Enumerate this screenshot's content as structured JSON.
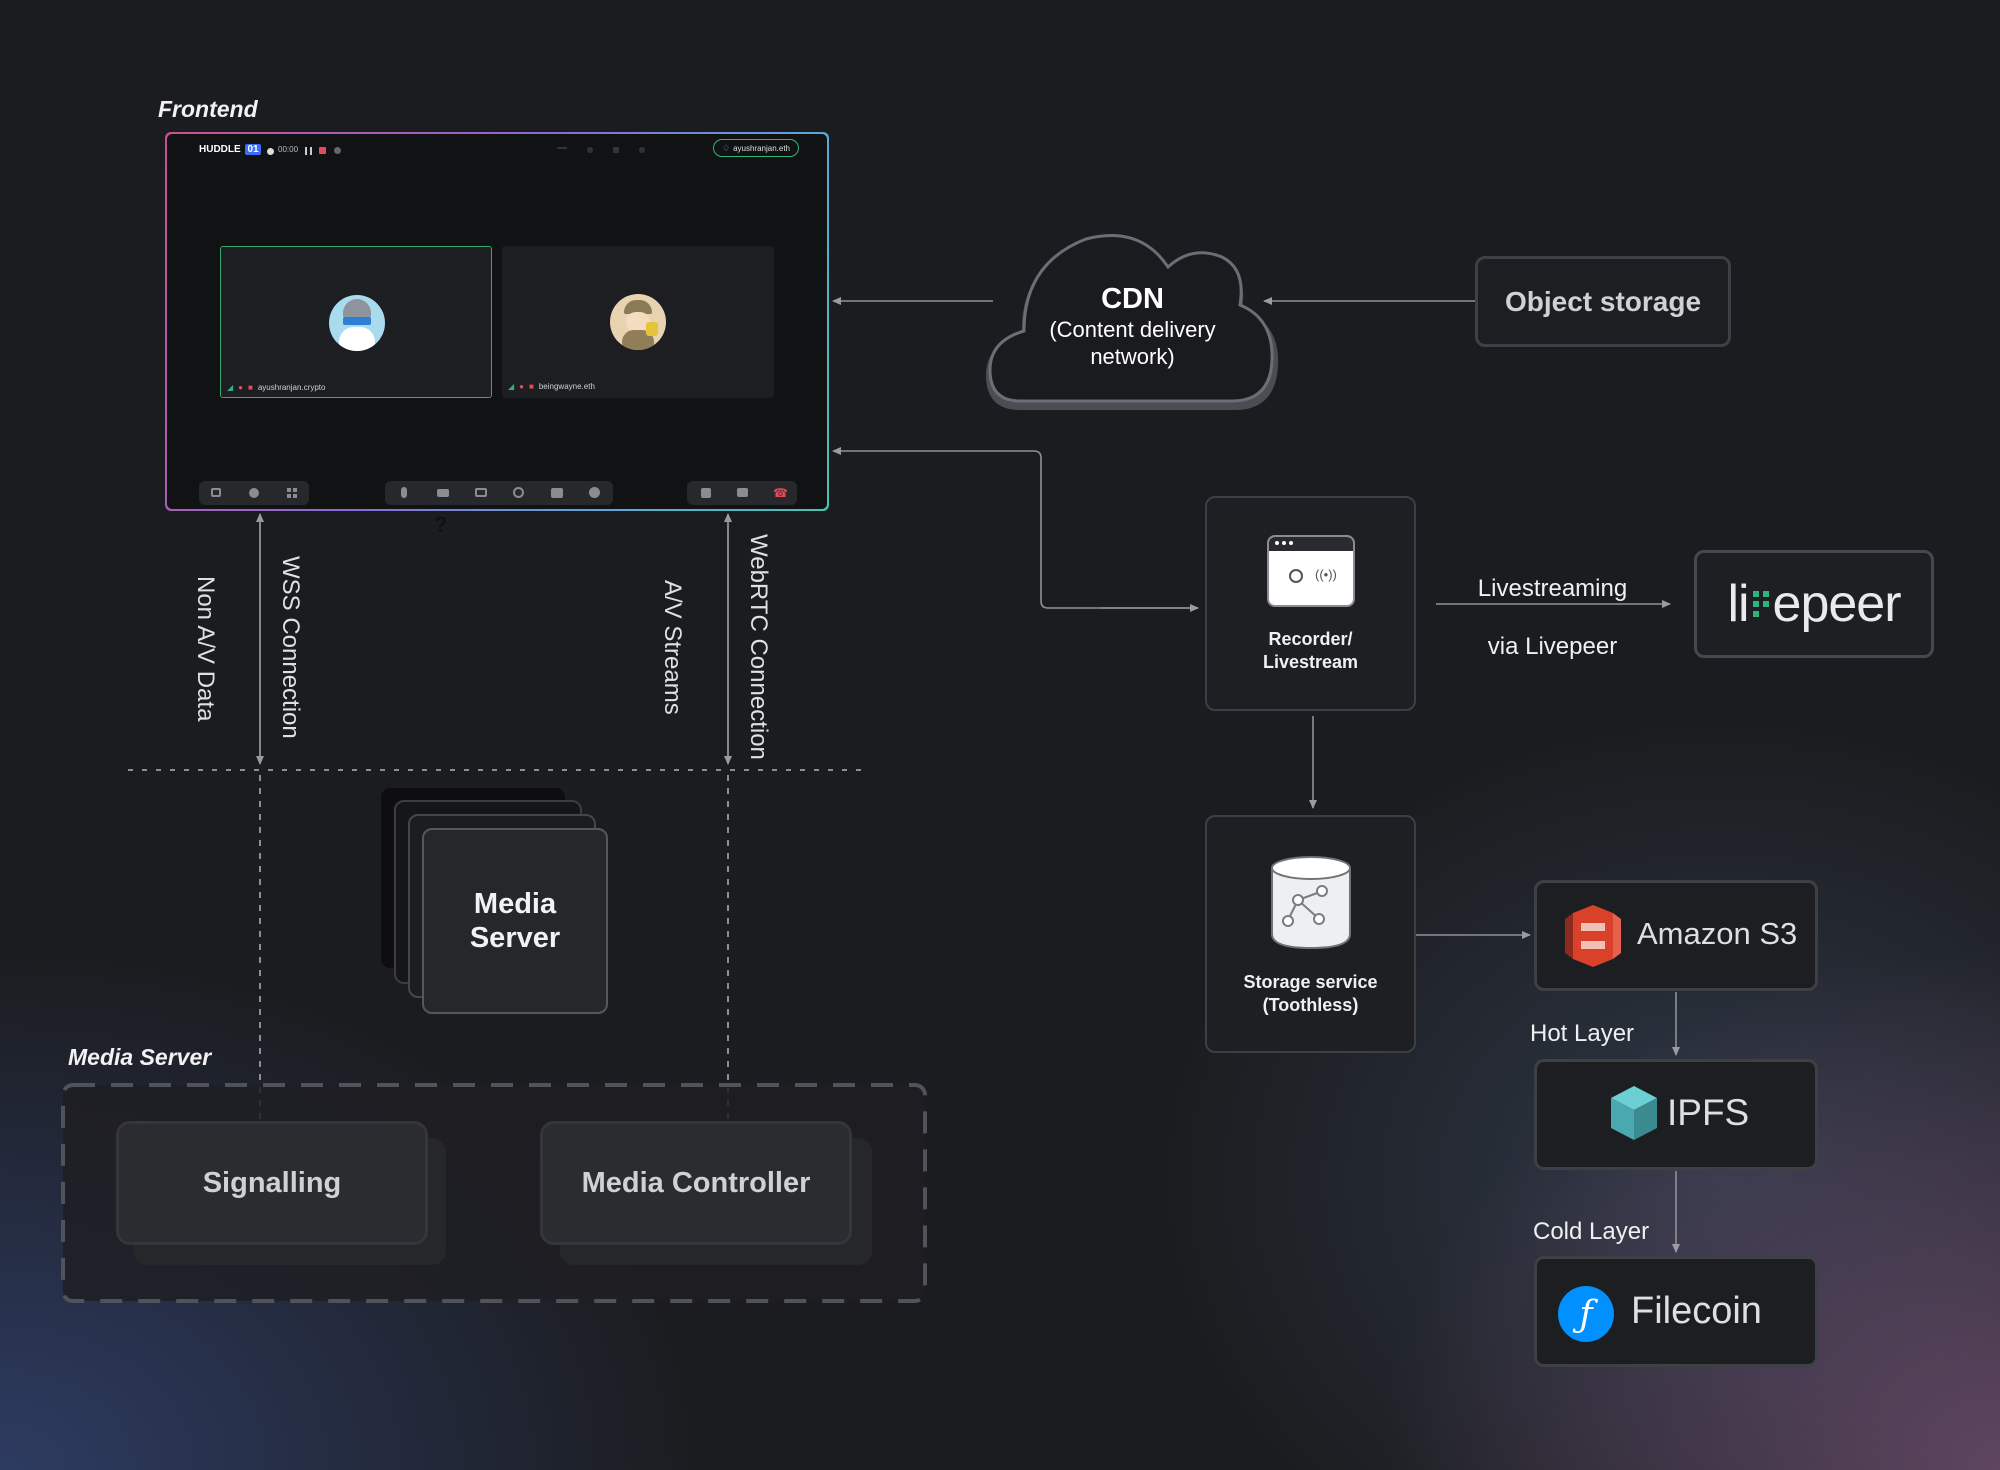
{
  "frontend": {
    "section_title": "Frontend",
    "app": {
      "logo_text": "HUDDLE",
      "logo_badge": "01",
      "timer": "00:00",
      "account": "ayushranjan.eth",
      "participants": [
        {
          "name": "ayushranjan.crypto"
        },
        {
          "name": "beingwayne.eth"
        }
      ],
      "question_mark": "?"
    }
  },
  "connections": {
    "non_av": "Non A/V Data",
    "wss": "WSS Connection",
    "av_streams": "A/V Streams",
    "webrtc": "WebRTC Connection"
  },
  "media_server_stack": {
    "line1": "Media",
    "line2": "Server"
  },
  "media_server_section": {
    "title": "Media Server",
    "signalling": "Signalling",
    "media_controller": "Media Controller"
  },
  "cdn": {
    "title": "CDN",
    "line1": "(Content delivery",
    "line2": "network)"
  },
  "object_storage": "Object storage",
  "recorder": {
    "line1": "Recorder/",
    "line2": "Livestream"
  },
  "livestreaming": {
    "line1": "Livestreaming",
    "line2": "via Livepeer"
  },
  "livepeer_logo": {
    "part1": "li",
    "part2": "epeer"
  },
  "storage_service": {
    "line1": "Storage service",
    "line2": "(Toothless)"
  },
  "amazon_s3": "Amazon S3",
  "hot_layer": "Hot Layer",
  "ipfs": "IPFS",
  "cold_layer": "Cold Layer",
  "filecoin": "Filecoin",
  "colors": {
    "background": "#1b1c1f",
    "box_border": "#3c3f45",
    "accent_green": "#2fb37a",
    "filecoin_blue": "#0090ff",
    "s3_red": "#d9412b",
    "ipfs_teal": "#4aa9b0"
  }
}
